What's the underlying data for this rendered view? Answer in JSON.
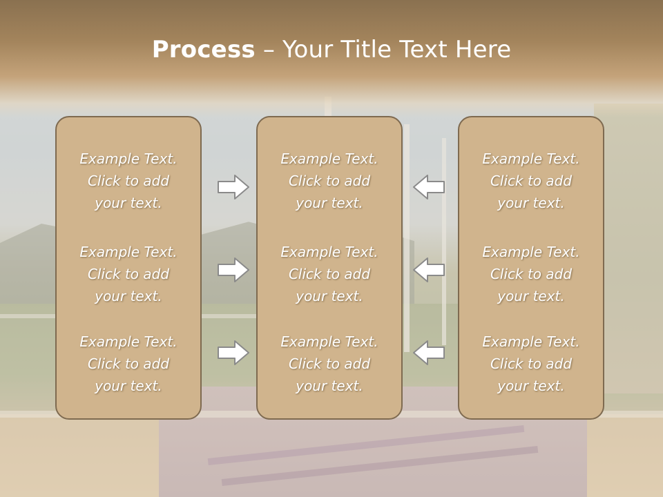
{
  "header": {
    "title_bold": "Process",
    "title_rest": " – Your Title Text Here"
  },
  "columns": [
    {
      "items": [
        {
          "line1": "Example Text.",
          "line2": "Click  to add",
          "line3": "your text."
        },
        {
          "line1": "Example Text.",
          "line2": "Click  to add",
          "line3": "your text."
        },
        {
          "line1": "Example Text.",
          "line2": "Click  to add",
          "line3": "your text."
        }
      ]
    },
    {
      "items": [
        {
          "line1": "Example Text.",
          "line2": "Click  to add",
          "line3": "your text."
        },
        {
          "line1": "Example Text.",
          "line2": "Click  to add",
          "line3": "your text."
        },
        {
          "line1": "Example Text.",
          "line2": "Click  to add",
          "line3": "your text."
        }
      ]
    },
    {
      "items": [
        {
          "line1": "Example Text.",
          "line2": "Click  to add",
          "line3": "your text."
        },
        {
          "line1": "Example Text.",
          "line2": "Click  to add",
          "line3": "your text."
        },
        {
          "line1": "Example Text.",
          "line2": "Click  to add",
          "line3": "your text."
        }
      ]
    }
  ],
  "arrows": {
    "left_group": "right-arrow-icon",
    "right_group": "left-arrow-icon"
  },
  "colors": {
    "header_top": "#8a7150",
    "box_fill": "#d0b48d",
    "box_border": "#7e6a50",
    "text": "#ffffff",
    "arrow_fill": "#ffffff",
    "arrow_stroke": "#8a8a8a"
  }
}
